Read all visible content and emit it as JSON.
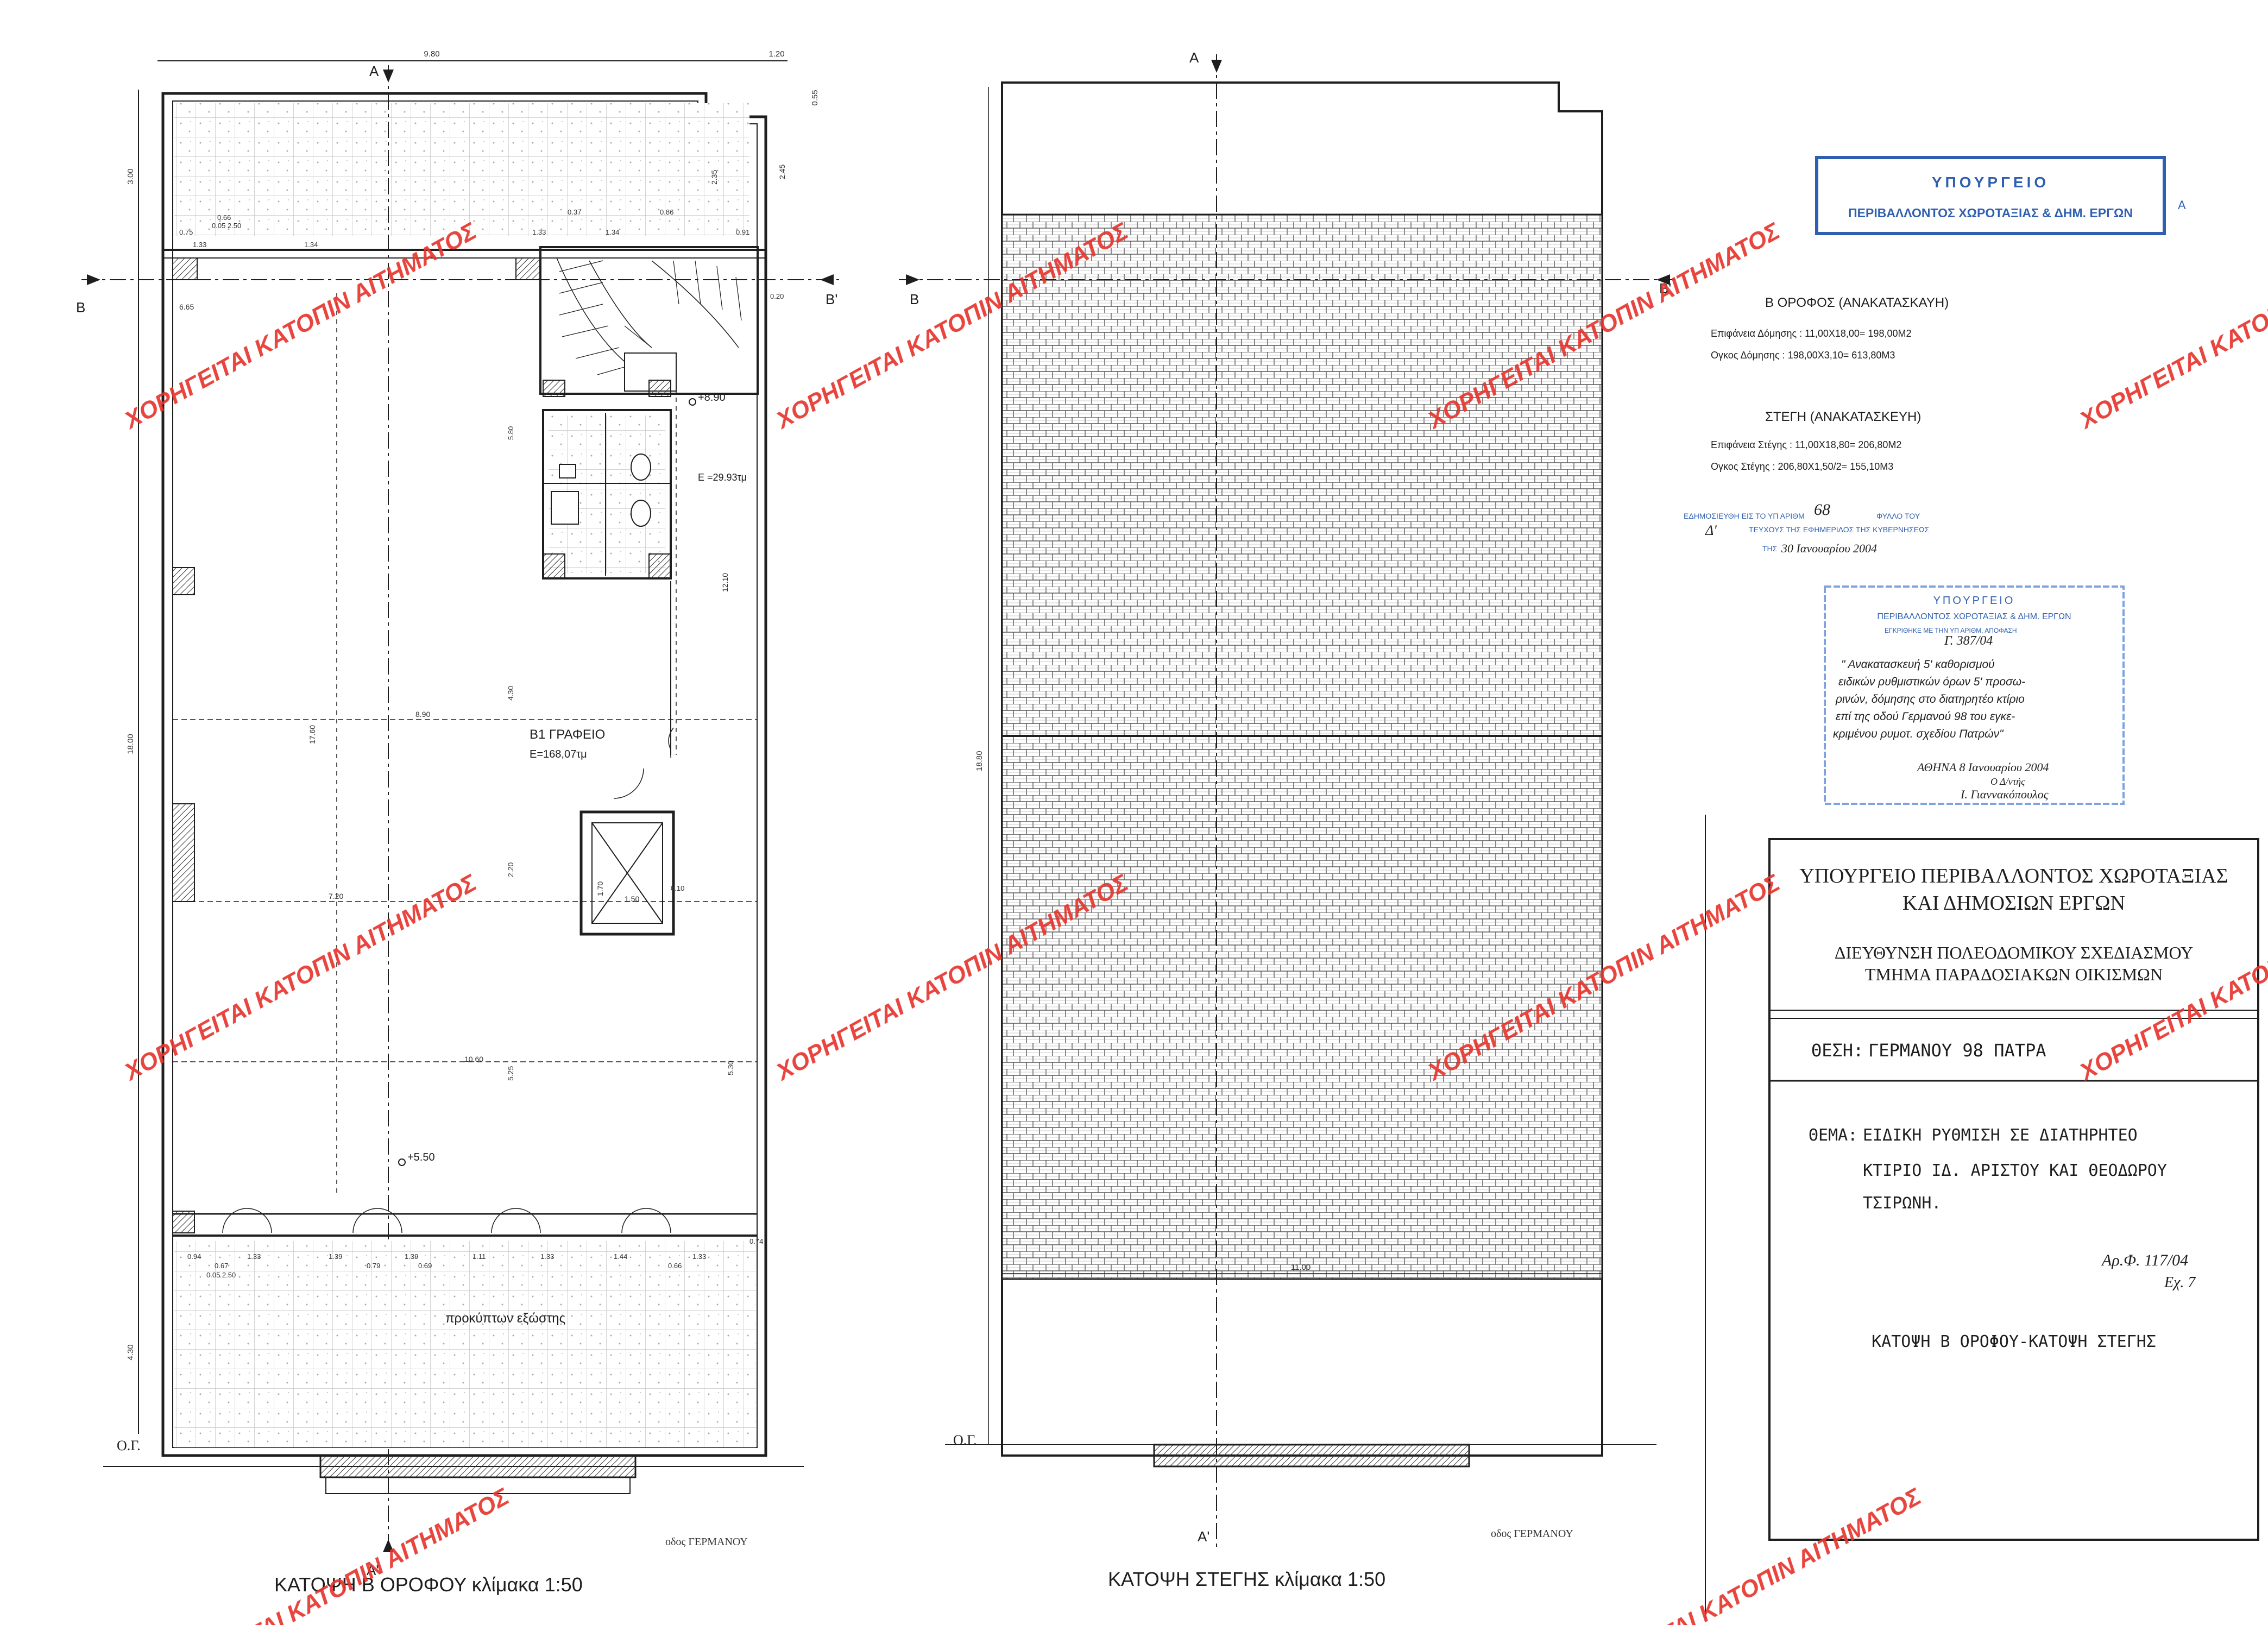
{
  "plan_b_floor": {
    "section_letters": [
      "Α",
      "Β",
      "Β'",
      "Α'"
    ],
    "dimensions_top": [
      "9.80",
      "1.20",
      "0.55"
    ],
    "dimensions_left": [
      "3.00",
      "18.00",
      "4.30"
    ],
    "dimensions_inner": [
      "2.45",
      "2.35",
      "6.65",
      "5.80",
      "17.60",
      "12.10",
      "8.90",
      "4.30",
      "2.20",
      "7.20",
      "10.60",
      "5.25",
      "5.30",
      "0.20",
      "1.70",
      "1.50",
      "0.10"
    ],
    "balcony_dims_top": [
      "0.75",
      "1.33",
      "1.34",
      "1.33",
      "1.34",
      "0.91",
      "0.66",
      "0.05 2.50",
      "0.37",
      "0.86"
    ],
    "balcony_dims_bottom": [
      "0.94",
      "1.33",
      "1.39",
      "1.39",
      "1.11",
      "1.33",
      "1.44",
      "1.33",
      "0.74",
      "0.67",
      "0.05 2.50",
      "0.79",
      "0.69",
      "0.66"
    ],
    "level_top": "+8.90",
    "level_bottom": "+5.50",
    "wc_area": "Ε =29.93τμ",
    "office_name": "Β1 ΓΡΑΦΕΙΟ",
    "office_area": "Ε=168,07τμ",
    "balcony_label": "προκύπτων εξώστης",
    "ground_label": "Ο.Γ.",
    "street_label": "οδος ΓΕΡΜΑΝΟΥ",
    "plan_title": "ΚΑΤΟΨΗ Β ΟΡΟΦΟΥ  κλίμακα 1:50"
  },
  "plan_roof": {
    "section_letters": [
      "Α",
      "Β",
      "Β'",
      "Α'"
    ],
    "dimension_width": "11.00",
    "dimension_height": "18.80",
    "ground_label": "Ο.Γ.",
    "street_label": "οδος ΓΕΡΜΑΝΟΥ",
    "plan_title": "ΚΑΤΟΨΗ ΣΤΕΓΗΣ  κλίμακα 1:50"
  },
  "info_block": {
    "b_floor_heading": "Β ΟΡΟΦΟΣ (ΑΝΑΚΑΤΑΣΚΑΥΗ)",
    "b_floor_area": "Επιφάνεια Δόμησης : 11,00Χ18,00= 198,00Μ2",
    "b_floor_volume": "Ογκος Δόμησης : 198,00Χ3,10= 613,80Μ3",
    "roof_heading": "ΣΤΕΓΗ (ΑΝΑΚΑΤΑΣΚΕΥΗ)",
    "roof_area": "Επιφάνεια Στέγης : 11,00Χ18,80= 206,80Μ2",
    "roof_volume": "Ογκος Στέγης : 206,80Χ1,50/2= 155,10Μ3"
  },
  "stamp_ministry": {
    "line1": "ΥΠΟΥΡΓΕΙΟ",
    "line2": "ΠΕΡΙΒΑΛΛΟΝΤΟΣ ΧΩΡΟΤΑΞΙΑΣ & ΔΗΜ. ΕΡΓΩΝ",
    "mark": "Α"
  },
  "stamp_publication": {
    "line1": "ΕΔΗΜΟΣΙΕΥΘΗ ΕΙΣ ΤΟ ΥΠ ΑΡΙΘΜ",
    "number": "68",
    "line1b": "ΦΥΛΛΟ ΤΟΥ",
    "issue": "Δ'",
    "line2": "ΤΕΥΧΟΥΣ ΤΗΣ ΕΦΗΜΕΡΙΔΟΣ ΤΗΣ ΚΥΒΕΡΝΗΣΕΩΣ",
    "date_prefix": "ΤΗΣ",
    "date": "30 Ιανουαρίου 2004"
  },
  "stamp_approval": {
    "line1": "ΥΠΟΥΡΓΕΙΟ",
    "line2": "ΠΕΡΙΒΑΛΛΟΝΤΟΣ ΧΩΡΟΤΑΞΙΑΣ & ΔΗΜ. ΕΡΓΩΝ",
    "line3": "ΕΓΚΡΙΘΗΚΕ ΜΕ ΤΗΝ ΥΠ ΑΡΙΘΜ. ΑΠΟΦΑΣΗ",
    "ref": "Γ. 387/04",
    "hand_lines": [
      "\" Ανακατασκευή 5' καθορισμού",
      "ειδικών ρυθμιστικών όρων 5' προσω-",
      "ρινών, δόμησης στο διατηρητέο κτίριο",
      "επί της οδού Γερμανού 98 του εγκε-",
      "κριμένου ρυμοτ. σχεδίου Πατρών\""
    ],
    "date_line": "ΑΘΗΝΑ 8 Ιανουαρίου 2004",
    "role": "Ο Δ/ντής",
    "signature": "Ι. Γιαννακόπουλος"
  },
  "title_block": {
    "ministry_line1": "ΥΠΟΥΡΓΕΙΟ ΠΕΡΙΒΑΛΛΟΝΤΟΣ ΧΩΡΟΤΑΞΙΑΣ",
    "ministry_line2": "ΚΑΙ ΔΗΜΟΣΙΩΝ ΕΡΓΩΝ",
    "directorate_line1": "ΔΙΕΥΘΥΝΣΗ ΠΟΛΕΟΔΟΜΙΚΟΥ ΣΧΕΔΙΑΣΜΟΥ",
    "directorate_line2": "ΤΜΗΜΑ ΠΑΡΑΔΟΣΙΑΚΩΝ ΟΙΚΙΣΜΩΝ",
    "location_label": "ΘΕΣΗ:",
    "location_value": "ΓΕΡΜΑΝΟΥ   98   ΠΑΤΡΑ",
    "subject_label": "ΘΕΜΑ:",
    "subject_line1": "ΕΙΔΙΚΗ  ΡΥΘΜΙΣΗ  ΣΕ  ΔΙΑΤΗΡΗΤΕΟ",
    "subject_line2": "ΚΤΙΡΙΟ  ΙΔ.  ΑΡΙΣΤΟΥ  ΚΑΙ  ΘΕΟΔΩΡΟΥ",
    "subject_line3": "ΤΣΙΡΩΝΗ.",
    "ref_number": "Αρ.Φ. 117/04",
    "copy": "Εχ. 7",
    "drawing_title": "ΚΑΤΟΨΗ  Β ΟΡΟΦΟΥ-ΚΑΤΟΨΗ  ΣΤΕΓΗΣ"
  },
  "watermark": {
    "text": "ΧΟΡΗΓΕΙΤΑΙ ΚΑΤΟΠΙΝ ΑΙΤΗΜΑΤΟΣ",
    "color": "#e8352e"
  },
  "colors": {
    "ink": "#1e1e1e",
    "stamp_blue": "#2f5fb0",
    "watermark_red": "#e8352e"
  }
}
